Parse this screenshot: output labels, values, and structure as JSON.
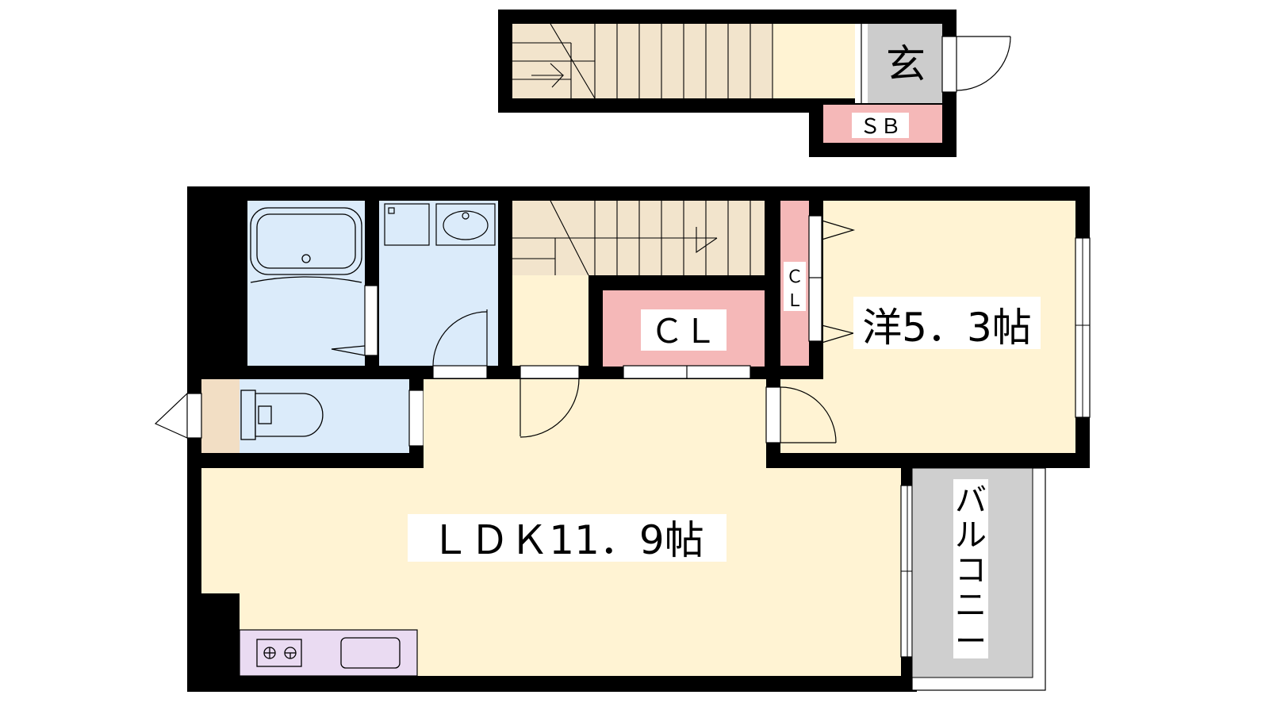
{
  "labels": {
    "entrance": "玄",
    "shoe_box": "ＳＢ",
    "closet_main": "ＣＬ",
    "closet_small_c": "Ｃ",
    "closet_small_l": "Ｌ",
    "western_room": "洋5．3帖",
    "ldk": "ＬＤＫ11．9帖",
    "balcony": [
      "バ",
      "ル",
      "コ",
      "ニ",
      "ー"
    ]
  },
  "colors": {
    "wall": "#000000",
    "floor": "#FFF3D3",
    "stairs": "#F2E4CC",
    "wet_area": "#DBEBFA",
    "closet": "#F5B8B8",
    "entrance": "#CCCCCC",
    "balcony": "#CFCFCF",
    "kitchen": "#EADBF2",
    "toilet_panel": "#F2DEC4"
  }
}
